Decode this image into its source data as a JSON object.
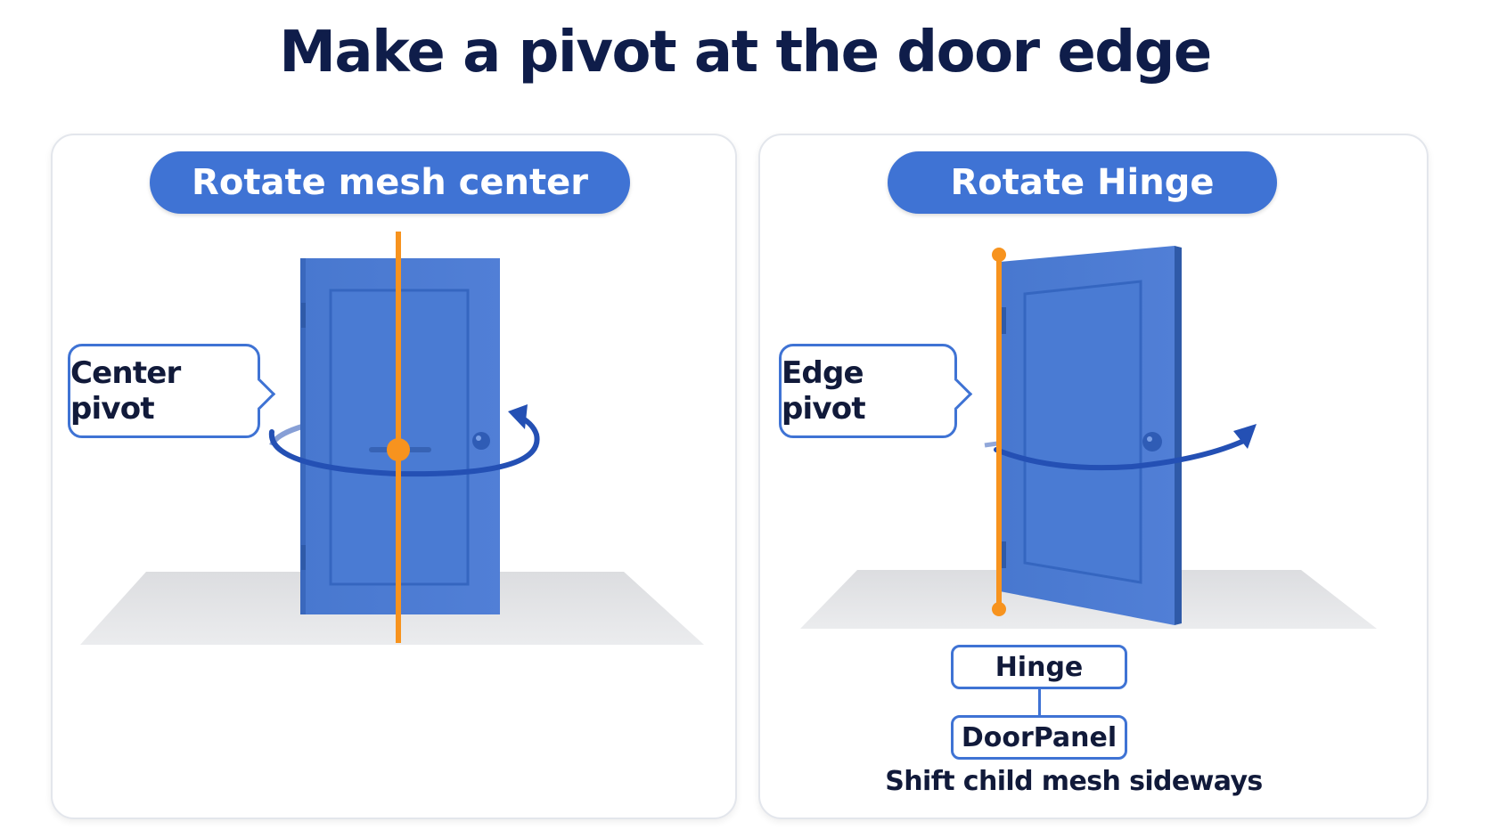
{
  "title": "Make a pivot at the door edge",
  "left_panel": {
    "header": "Rotate mesh center",
    "callout": "Center pivot"
  },
  "right_panel": {
    "header": "Rotate Hinge",
    "callout": "Edge pivot",
    "hierarchy": {
      "parent": "Hinge",
      "child": "DoorPanel"
    },
    "caption": "Shift child mesh sideways"
  },
  "colors": {
    "door": "#4a7bd3",
    "door_dark": "#3566c0",
    "pivot_axis": "#f7931e",
    "rotation_arrow": "#2450b4",
    "accent": "#3f73d4",
    "title_text": "#0f1d4a"
  },
  "icons": {
    "pivot_point": "pivot-dot-icon",
    "rotation": "rotation-arrow-icon"
  }
}
